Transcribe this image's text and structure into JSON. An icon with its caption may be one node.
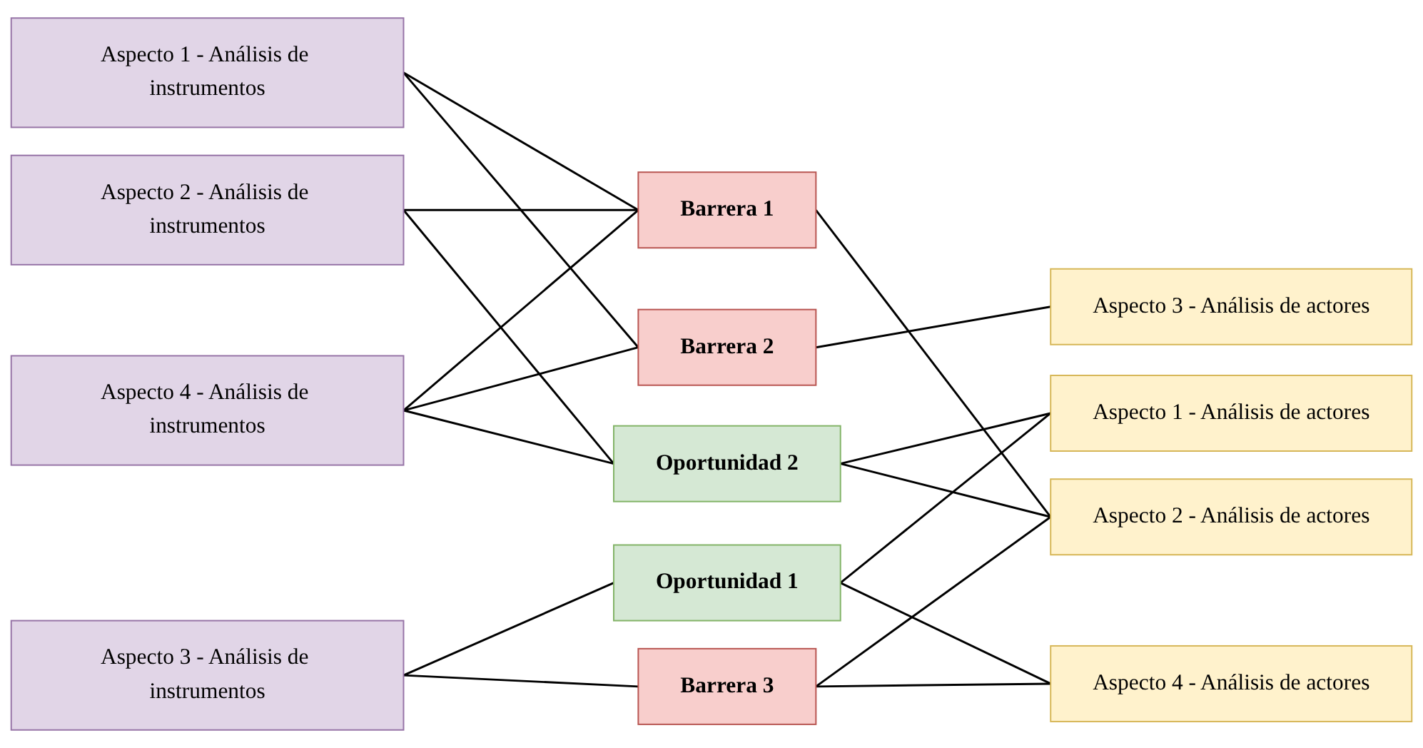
{
  "diagram": {
    "nodes": [
      {
        "text": [
          "Aspecto 1 - Análisis de instrumentos"
        ]
      },
      {
        "text": [
          "Aspecto 2 - Análisis de instrumentos"
        ]
      },
      {
        "text": [
          "Aspecto 3 - Análisis de instrumentos"
        ]
      },
      {
        "text": [
          "Aspecto 4 - Análisis de instrumentos"
        ]
      },
      {
        "text": [
          "Barrera 1"
        ]
      },
      {
        "text": [
          "Oportunidad 1"
        ]
      },
      {
        "text": [
          "Barrera 2"
        ]
      },
      {
        "text": [
          "Oportunidad 2"
        ]
      },
      {
        "text": [
          "Barrera 3"
        ]
      },
      {
        "text": [
          "Aspecto 1 - Análisis de actores"
        ]
      },
      {
        "text": [
          "Aspecto 2 - Análisis de actores"
        ]
      },
      {
        "text": [
          "Aspecto 3 - Análisis de actores"
        ]
      },
      {
        "text": [
          "Aspecto 4 - Análisis de actores"
        ]
      }
    ],
    "edges": [
      {
        "from": 0,
        "to": 4,
        "arrow": "none"
      },
      {
        "from": 0,
        "to": 6,
        "arrow": "none"
      },
      {
        "from": 1,
        "to": 4,
        "arrow": "none"
      },
      {
        "from": 1,
        "to": 7,
        "arrow": "none"
      },
      {
        "from": 2,
        "to": 5,
        "arrow": "none"
      },
      {
        "from": 2,
        "to": 8,
        "arrow": "none"
      },
      {
        "from": 3,
        "to": 4,
        "arrow": "none"
      },
      {
        "from": 3,
        "to": 6,
        "arrow": "none"
      },
      {
        "from": 3,
        "to": 7,
        "arrow": "none"
      },
      {
        "from": 4,
        "to": 10,
        "arrow": "none"
      },
      {
        "from": 5,
        "to": 9,
        "arrow": "none"
      },
      {
        "from": 5,
        "to": 12,
        "arrow": "none"
      },
      {
        "from": 6,
        "to": 11,
        "arrow": "none"
      },
      {
        "from": 7,
        "to": 9,
        "arrow": "none"
      },
      {
        "from": 7,
        "to": 10,
        "arrow": "none"
      },
      {
        "from": 8,
        "to": 10,
        "arrow": "none"
      },
      {
        "from": 8,
        "to": 12,
        "arrow": "none"
      }
    ]
  }
}
